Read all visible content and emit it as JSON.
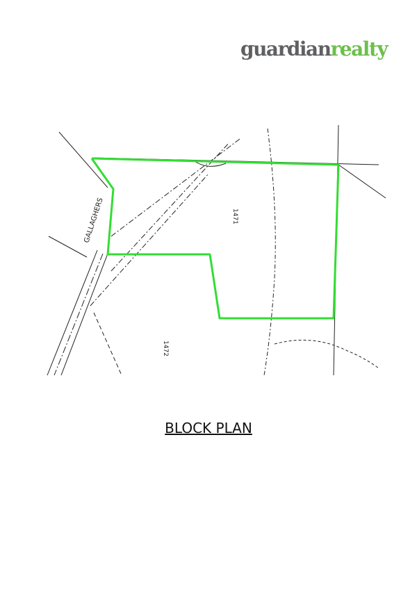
{
  "logo": {
    "part1": "guardian",
    "part2": "realty"
  },
  "plan": {
    "road_label": "GALLAGHERS",
    "lot_main": "1471",
    "lot_adjacent": "1472",
    "boundary_color": "#33dd33"
  },
  "title": "BLOCK PLAN"
}
